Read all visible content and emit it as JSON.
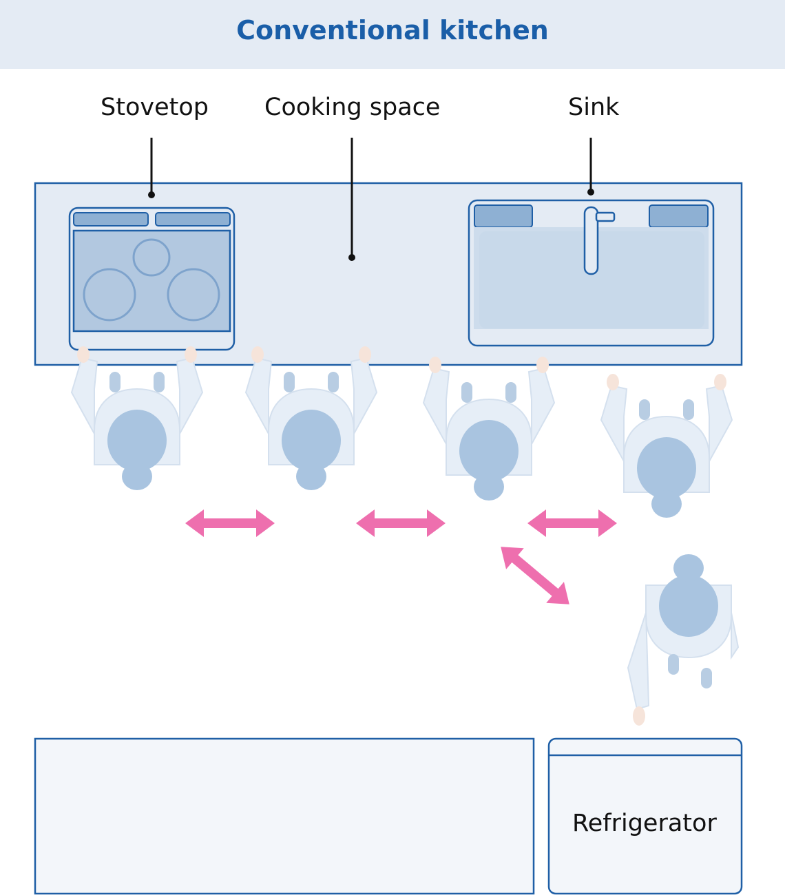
{
  "title": "Conventional kitchen",
  "labels": {
    "stovetop": "Stovetop",
    "cooking_space": "Cooking space",
    "sink": "Sink",
    "refrigerator": "Refrigerator"
  },
  "colors": {
    "header_bg": "#e4ebf4",
    "title": "#1a5ea8",
    "outline": "#1f5fa6",
    "counter_fill": "#e4ebf4",
    "lower_fill": "#f3f6fa",
    "appliance_fill": "#b2c8e0",
    "person_head": "#a9c4e0",
    "person_body": "#e6eef7",
    "arrow": "#ee6fae"
  },
  "icons": [
    "person-icon",
    "double-arrow-icon",
    "burner-icon",
    "faucet-icon"
  ]
}
